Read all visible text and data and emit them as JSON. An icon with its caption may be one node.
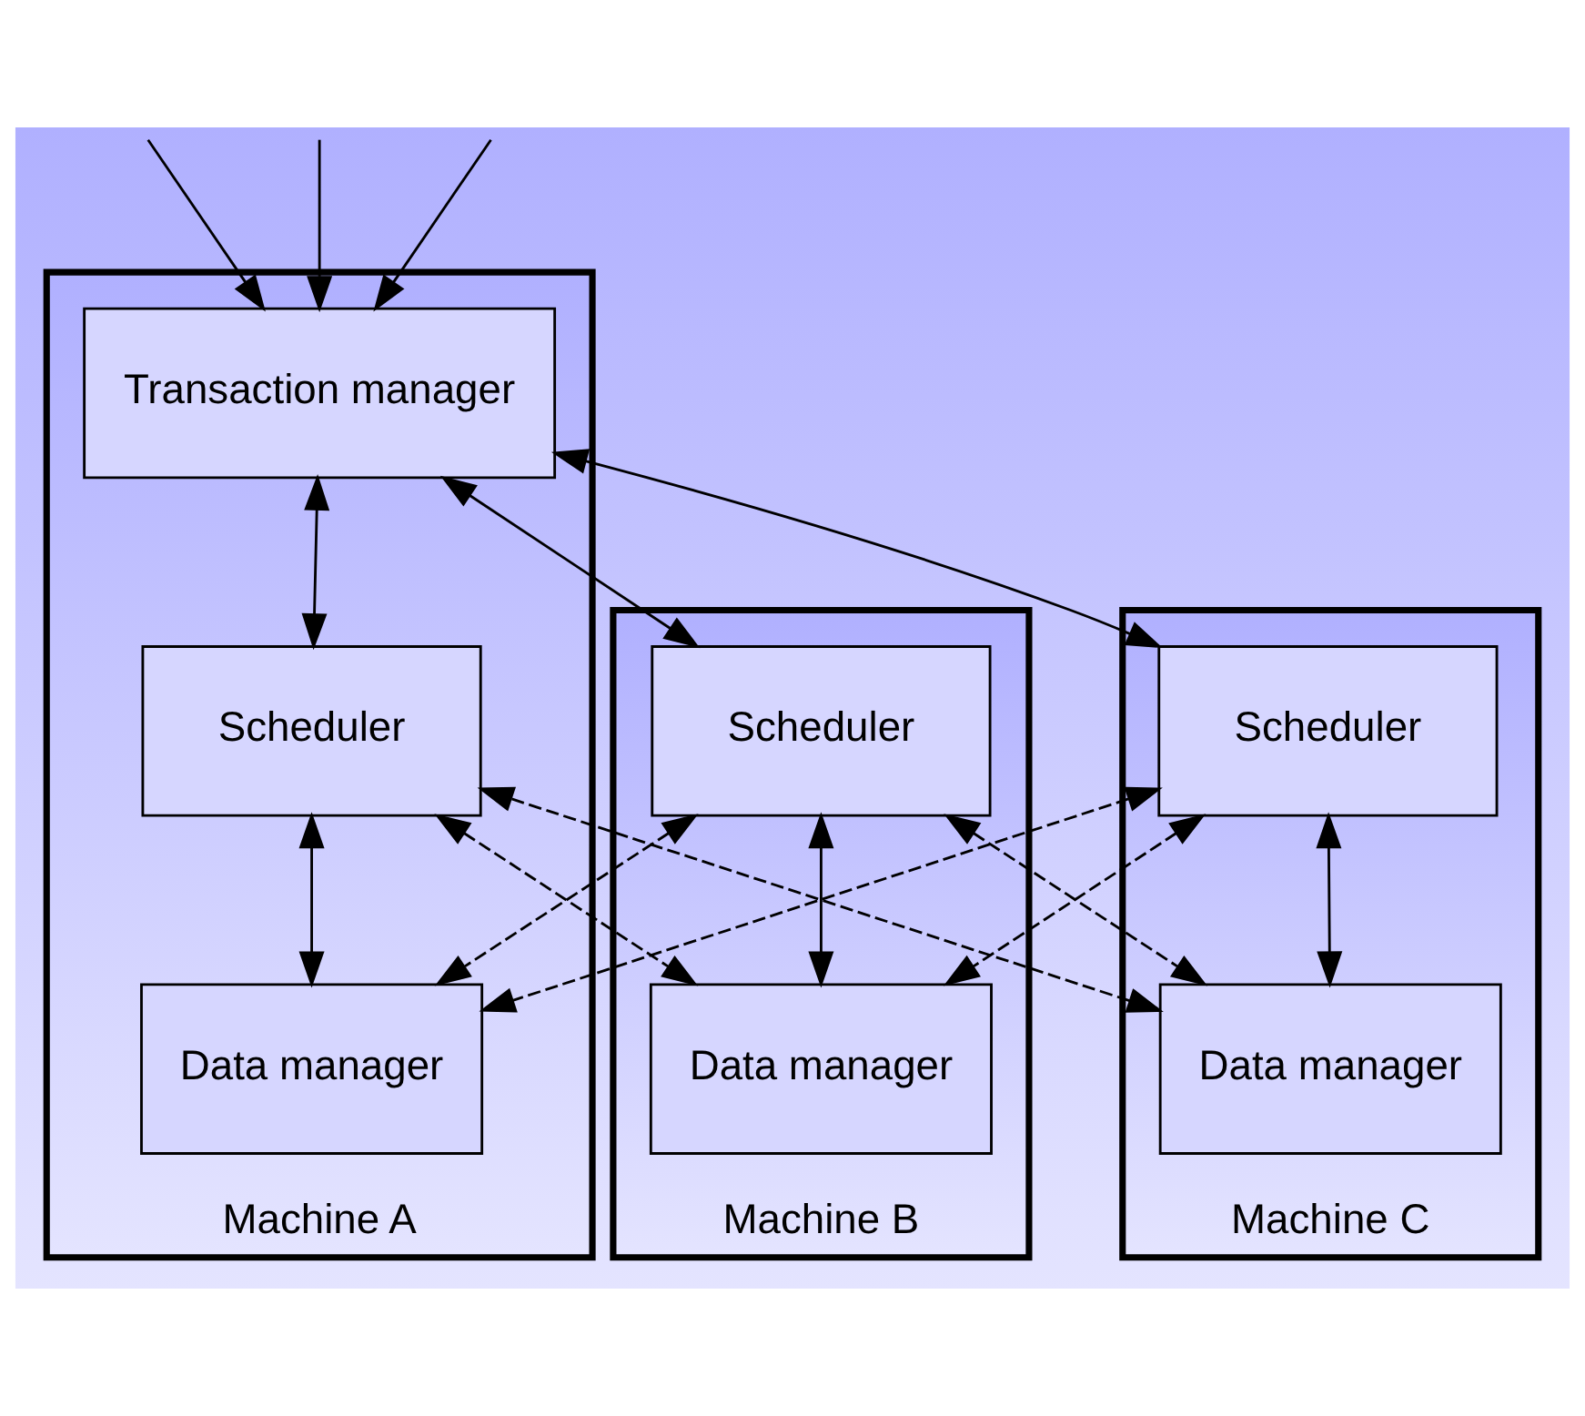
{
  "diagram": {
    "nodes": [
      {
        "text": [
          "Machine A"
        ]
      },
      {
        "text": [
          "Transaction manager"
        ],
        "in": 0
      },
      {
        "text": [
          "Scheduler"
        ],
        "in": 0
      },
      {
        "text": [
          "Data manager"
        ],
        "in": 0
      },
      {
        "text": [
          "Machine B"
        ]
      },
      {
        "text": [
          "Scheduler"
        ],
        "in": 4
      },
      {
        "text": [
          "Data manager"
        ],
        "in": 4
      },
      {
        "text": [
          "Machine C"
        ]
      },
      {
        "text": [
          "Scheduler"
        ],
        "in": 7
      },
      {
        "text": [
          "Data manager"
        ],
        "in": 7
      }
    ],
    "edges": [
      {
        "from": null,
        "to": 1,
        "arrow": "to"
      },
      {
        "from": null,
        "to": 1,
        "arrow": "to"
      },
      {
        "from": null,
        "to": 1,
        "arrow": "to"
      },
      {
        "from": 1,
        "to": 2,
        "arrow": "both"
      },
      {
        "from": 1,
        "to": 5,
        "arrow": "both"
      },
      {
        "from": 1,
        "to": 8,
        "arrow": "both"
      },
      {
        "from": 2,
        "to": 3,
        "arrow": "both"
      },
      {
        "from": 5,
        "to": 6,
        "arrow": "both"
      },
      {
        "from": 8,
        "to": 9,
        "arrow": "both"
      },
      {
        "from": 2,
        "to": 6,
        "arrow": "both",
        "style": "dashed"
      },
      {
        "from": 2,
        "to": 9,
        "arrow": "both",
        "style": "dashed"
      },
      {
        "from": 5,
        "to": 3,
        "arrow": "both",
        "style": "dashed"
      },
      {
        "from": 5,
        "to": 9,
        "arrow": "both",
        "style": "dashed"
      },
      {
        "from": 8,
        "to": 3,
        "arrow": "both",
        "style": "dashed"
      },
      {
        "from": 8,
        "to": 6,
        "arrow": "both",
        "style": "dashed"
      }
    ]
  }
}
